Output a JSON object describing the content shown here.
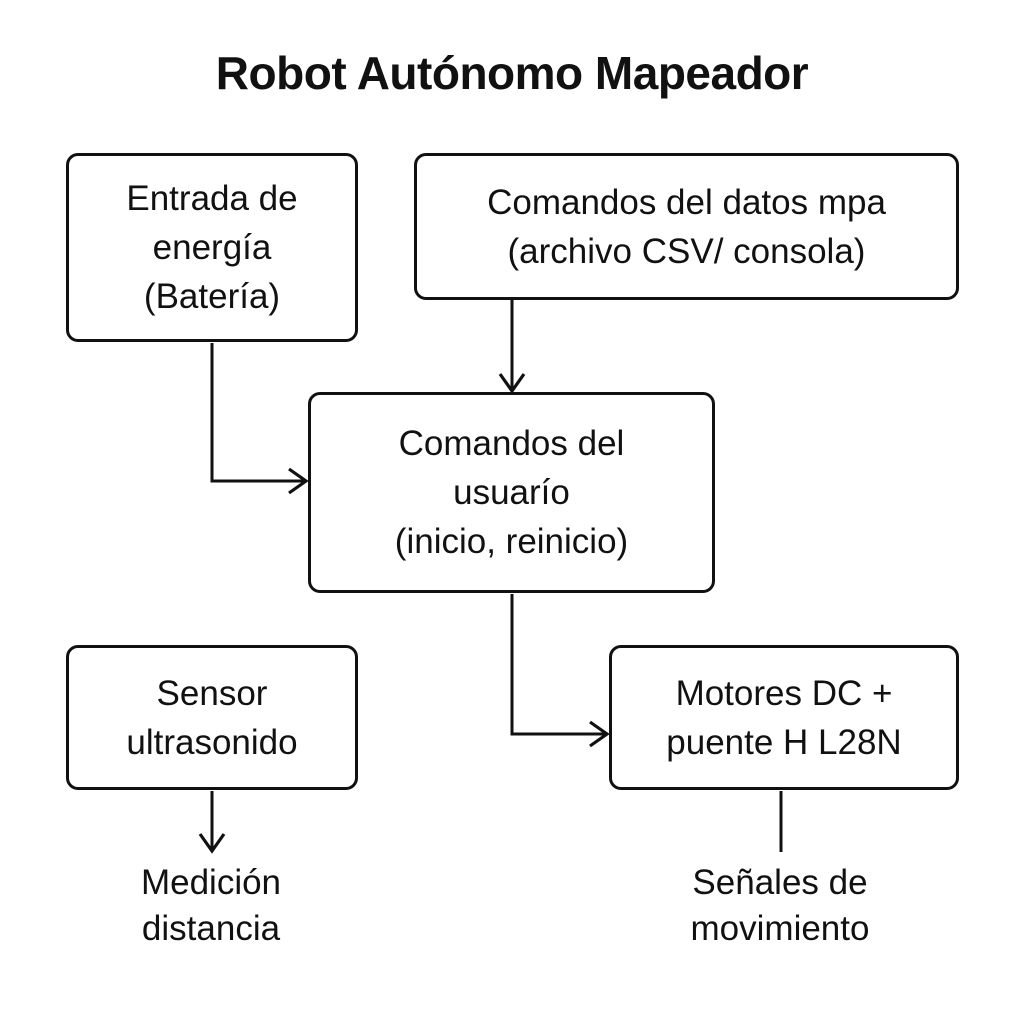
{
  "title": "Robot Autónomo Mapeador",
  "nodes": {
    "energy": {
      "lines": [
        "Entrada de",
        "energía",
        "(Batería)"
      ]
    },
    "map_data": {
      "lines": [
        "Comandos del datos mpa",
        "(archivo CSV/ consola)"
      ]
    },
    "user_commands": {
      "lines": [
        "Comandos del",
        "usuarío",
        "(inicio, reinicio)"
      ]
    },
    "sensor": {
      "lines": [
        "Sensor",
        "ultrasonido"
      ]
    },
    "motors": {
      "lines": [
        "Motores DC +",
        "puente H L28N"
      ]
    }
  },
  "outputs": {
    "distance": {
      "lines": [
        "Medición",
        "distancia"
      ]
    },
    "signals": {
      "lines": [
        "Señales de",
        "movimiento"
      ]
    }
  },
  "edges": [
    {
      "from": "energy",
      "to": "user_commands",
      "arrow": true
    },
    {
      "from": "map_data",
      "to": "user_commands",
      "arrow": true
    },
    {
      "from": "user_commands",
      "to": "motors",
      "arrow": true
    },
    {
      "from": "sensor",
      "to": "distance",
      "arrow": true
    },
    {
      "from": "motors",
      "to": "signals",
      "arrow": false
    }
  ],
  "colors": {
    "stroke": "#111111",
    "background": "#ffffff"
  }
}
